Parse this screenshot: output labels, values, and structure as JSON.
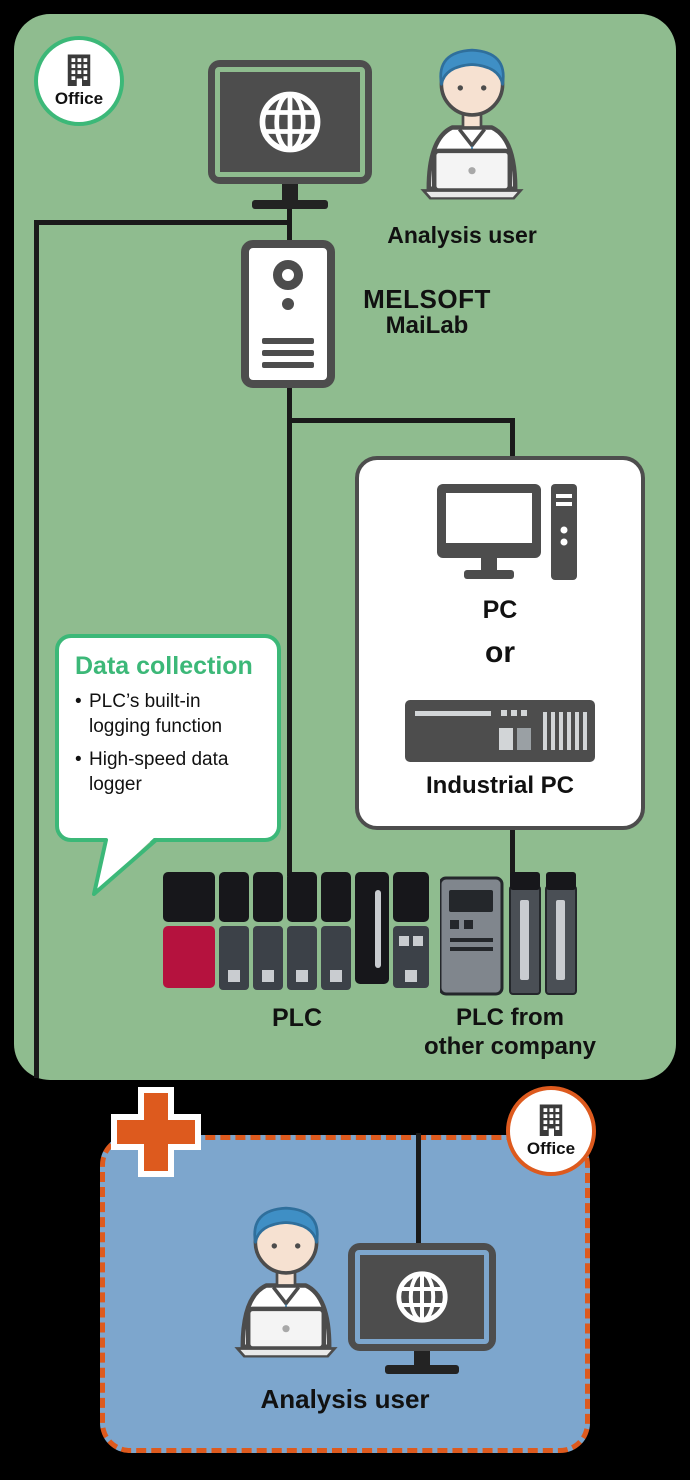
{
  "colors": {
    "background": "#000000",
    "panel_green": "#8fbc8f",
    "accent_green": "#3cb878",
    "panel_blue": "#7da6cd",
    "accent_orange": "#dd5a1e",
    "plc_red": "#b5123e",
    "icon_dark": "#4d4d4d",
    "line_black": "#1a1a1a",
    "text_dark": "#111111"
  },
  "top_panel": {
    "office_badge": "Office",
    "analysis_user": "Analysis user",
    "server_name_line1": "MELSOFT",
    "server_name_line2": "MaiLab",
    "device_box": {
      "pc": "PC",
      "or": "or",
      "industrial_pc": "Industrial PC"
    },
    "data_collection": {
      "title": "Data collection",
      "bullet": "•",
      "items": [
        "PLC’s built-in logging function",
        "High-speed data logger"
      ]
    },
    "plc": "PLC",
    "plc_other_line1": "PLC from",
    "plc_other_line2": "other company"
  },
  "bottom_panel": {
    "office_badge": "Office",
    "analysis_user": "Analysis user"
  },
  "icons": {
    "building": "building-icon",
    "globe_monitor": "globe-monitor-icon",
    "analyst": "analyst-person-icon",
    "server": "server-icon",
    "desktop_pc": "desktop-pc-icon",
    "industrial_pc": "industrial-pc-icon",
    "plc": "plc-icon",
    "plc_other": "plc-other-company-icon",
    "plus": "plus-icon"
  }
}
